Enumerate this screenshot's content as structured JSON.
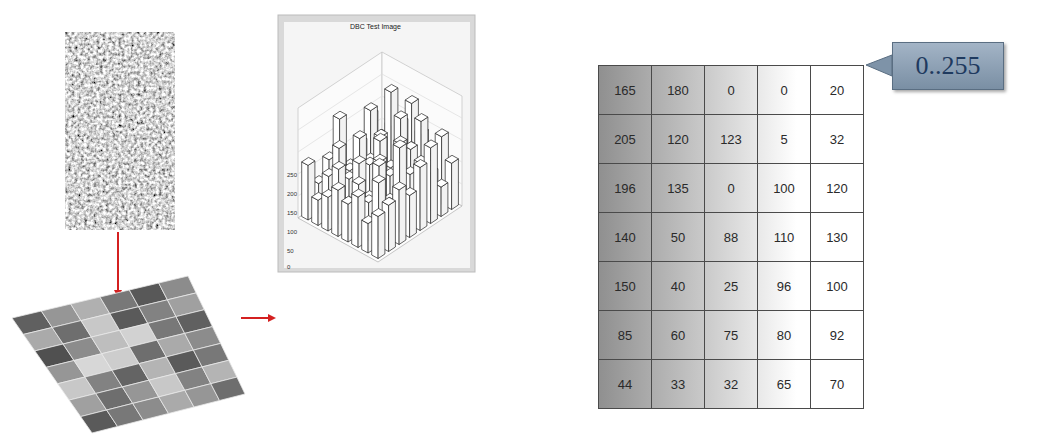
{
  "diagram": {
    "nodes": [
      {
        "text": [
          "0..255"
        ]
      }
    ],
    "labels": [
      "DBC Test Image",
      "250",
      "200",
      "150",
      "100",
      "50",
      "0",
      "165",
      "180",
      "0",
      "0",
      "20",
      "205",
      "120",
      "123",
      "5",
      "32",
      "196",
      "135",
      "0",
      "100",
      "120",
      "140",
      "50",
      "88",
      "110",
      "130",
      "150",
      "40",
      "25",
      "96",
      "100",
      "85",
      "60",
      "75",
      "80",
      "92",
      "44",
      "33",
      "32",
      "65",
      "70"
    ]
  }
}
